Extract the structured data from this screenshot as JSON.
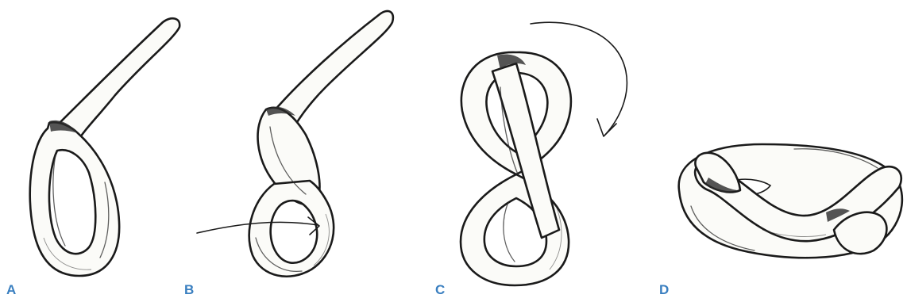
{
  "steps": [
    {
      "label": "A"
    },
    {
      "label": "B"
    },
    {
      "label": "C"
    },
    {
      "label": "D"
    }
  ],
  "colors": {
    "label": "#3a7fc0",
    "ink": "#1a1a1a",
    "paper": "#ffffff"
  }
}
